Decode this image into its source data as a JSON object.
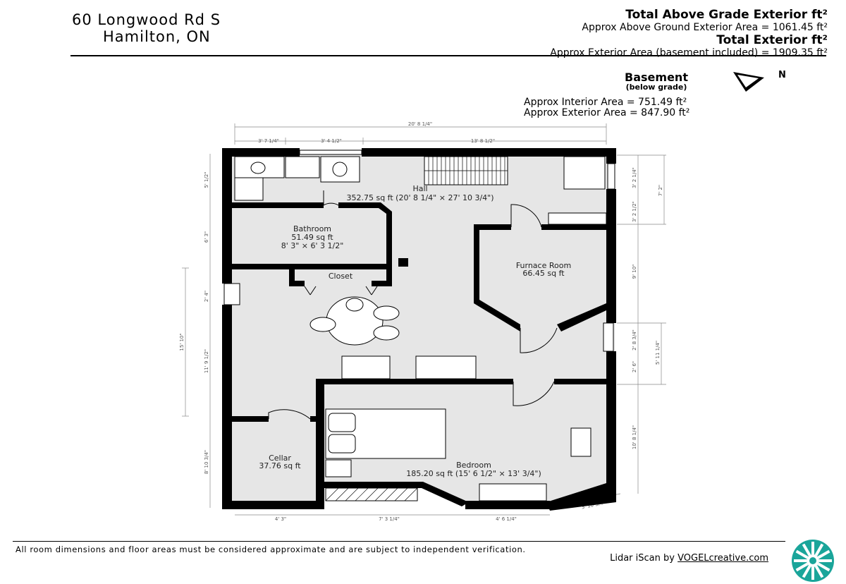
{
  "header": {
    "address_line1": "60 Longwood Rd S",
    "address_line2": "Hamilton, ON",
    "above_grade_title": "Total Above Grade Exterior ft²",
    "above_grade_value": "Approx Above Ground Exterior Area = 1061.45 ft²",
    "total_title": "Total Exterior ft²",
    "total_value": "Approx Exterior Area (basement included) = 1909.35 ft²"
  },
  "level": {
    "name": "Basement",
    "subtitle": "(below grade)",
    "interior_area": "Approx Interior Area = 751.49 ft²",
    "exterior_area": "Approx Exterior Area = 847.90 ft²",
    "north_label": "N"
  },
  "rooms": {
    "hall_name": "Hall",
    "hall_area": "352.75 sq ft (20' 8 1/4\" × 27' 10 3/4\")",
    "bathroom_name": "Bathroom",
    "bathroom_area": "51.49 sq ft",
    "bathroom_dims": "8' 3\" × 6' 3 1/2\"",
    "closet_name": "Closet",
    "furnace_name": "Furnace Room",
    "furnace_area": "66.45 sq ft",
    "cellar_name": "Cellar",
    "cellar_area": "37.76 sq ft",
    "bedroom_name": "Bedroom",
    "bedroom_area": "185.20 sq ft (15' 6 1/2\" × 13' 3/4\")"
  },
  "dimensions": {
    "top_total": "20' 8 1/4\"",
    "top_a": "3' 7 1/4\"",
    "top_b": "3' 4 1/2\"",
    "top_c": "13' 8 1/2\"",
    "left_a": "5' 1/2\"",
    "left_b": "6' 3\"",
    "left_c": "2' 4\"",
    "left_d": "15' 10\"",
    "left_e": "11' 9 1/2\"",
    "left_f": "8' 10 3/4\"",
    "right_a": "3' 2 1/4\"",
    "right_b": "3' 2 1/2\"",
    "right_c": "7' 2\"",
    "right_d": "9' 10\"",
    "right_e": "2' 8 3/4\"",
    "right_f": "2' 6\"",
    "right_g": "5' 11 1/4\"",
    "right_h": "10' 8 1/4\"",
    "bottom_a": "4' 3\"",
    "bottom_b": "7' 3 1/4\"",
    "bottom_c": "4' 6 1/4\"",
    "bottom_d": "3' 10 3/4\""
  },
  "footer": {
    "disclaimer": "All room dimensions and floor areas must be considered approximate and are subject to independent verification.",
    "credit_prefix": "Lidar iScan by ",
    "credit_brand": "VOGELcreative.com"
  },
  "colors": {
    "floor": "#e6e6e6",
    "wall": "#000000",
    "logo_teal": "#1aa59a"
  }
}
